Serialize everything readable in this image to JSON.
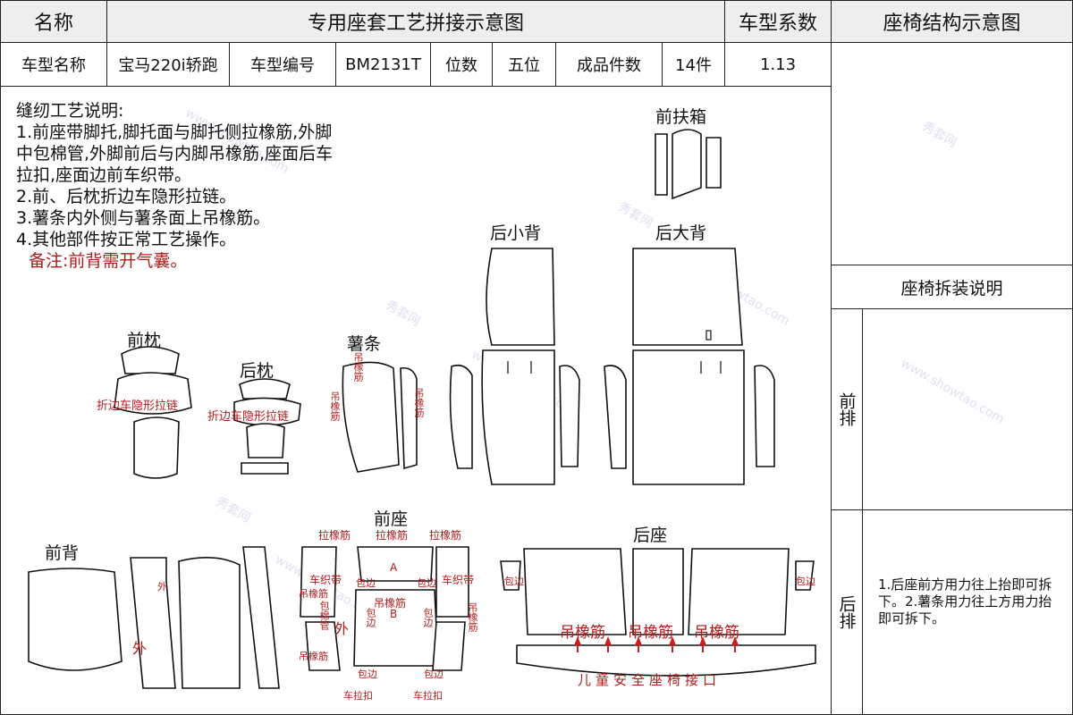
{
  "header": {
    "name_label": "名称",
    "title": "专用座套工艺拼接示意图",
    "coef_label": "车型系数",
    "structure_title": "座椅结构示意图"
  },
  "info_row": {
    "model_name_label": "车型名称",
    "model_name": "宝马220i轿跑",
    "model_code_label": "车型编号",
    "model_code": "BM2131T",
    "seats_label": "位数",
    "seats": "五位",
    "pieces_label": "成品件数",
    "pieces": "14件",
    "coef_value": "1.13"
  },
  "instructions": {
    "heading": "缝纫工艺说明:",
    "lines": [
      "1.前座带脚托,脚托面与脚托侧拉橡筋,外脚",
      "中包棉管,外脚前后与内脚吊橡筋,座面后车",
      "拉扣,座面边前车织带。",
      "2.前、后枕折边车隐形拉链。",
      "3.薯条内外侧与薯条面上吊橡筋。",
      "4.其他部件按正常工艺操作。"
    ],
    "remark": "备注:前背需开气囊。"
  },
  "parts": {
    "front_armrest": "前扶箱",
    "rear_small_back": "后小背",
    "rear_big_back": "后大背",
    "front_headrest": "前枕",
    "rear_headrest": "后枕",
    "bolster": "薯条",
    "front_seat": "前座",
    "front_back": "前背",
    "rear_seat": "后座"
  },
  "annotations": {
    "fold_zipper_1": "折边车隐形拉链",
    "fold_zipper_2": "折边车隐形拉链",
    "hang_elastic": "吊橡筋",
    "pull_elastic": "拉橡筋",
    "webbing": "车织带",
    "binding": "包边",
    "padding_tube": "包棉管",
    "outer": "外",
    "pull_buckle": "车拉扣",
    "letter_a": "A",
    "letter_b": "B",
    "child_seat": "儿童安全座椅接口"
  },
  "side_panel": {
    "disassembly_title": "座椅拆装说明",
    "front_row_label": "前排",
    "rear_row_label": "后排",
    "rear_row_text": "1.后座前方用力往上抬即可拆下。2.薯条用力往上方用力抬即可拆下。"
  },
  "watermark": {
    "brand": "秀套网",
    "url": "www.showtao.com"
  },
  "colors": {
    "ink": "#111111",
    "red": "#b21b1b",
    "header_bg": "#eeeeee",
    "watermark": "#cfc3e6"
  }
}
